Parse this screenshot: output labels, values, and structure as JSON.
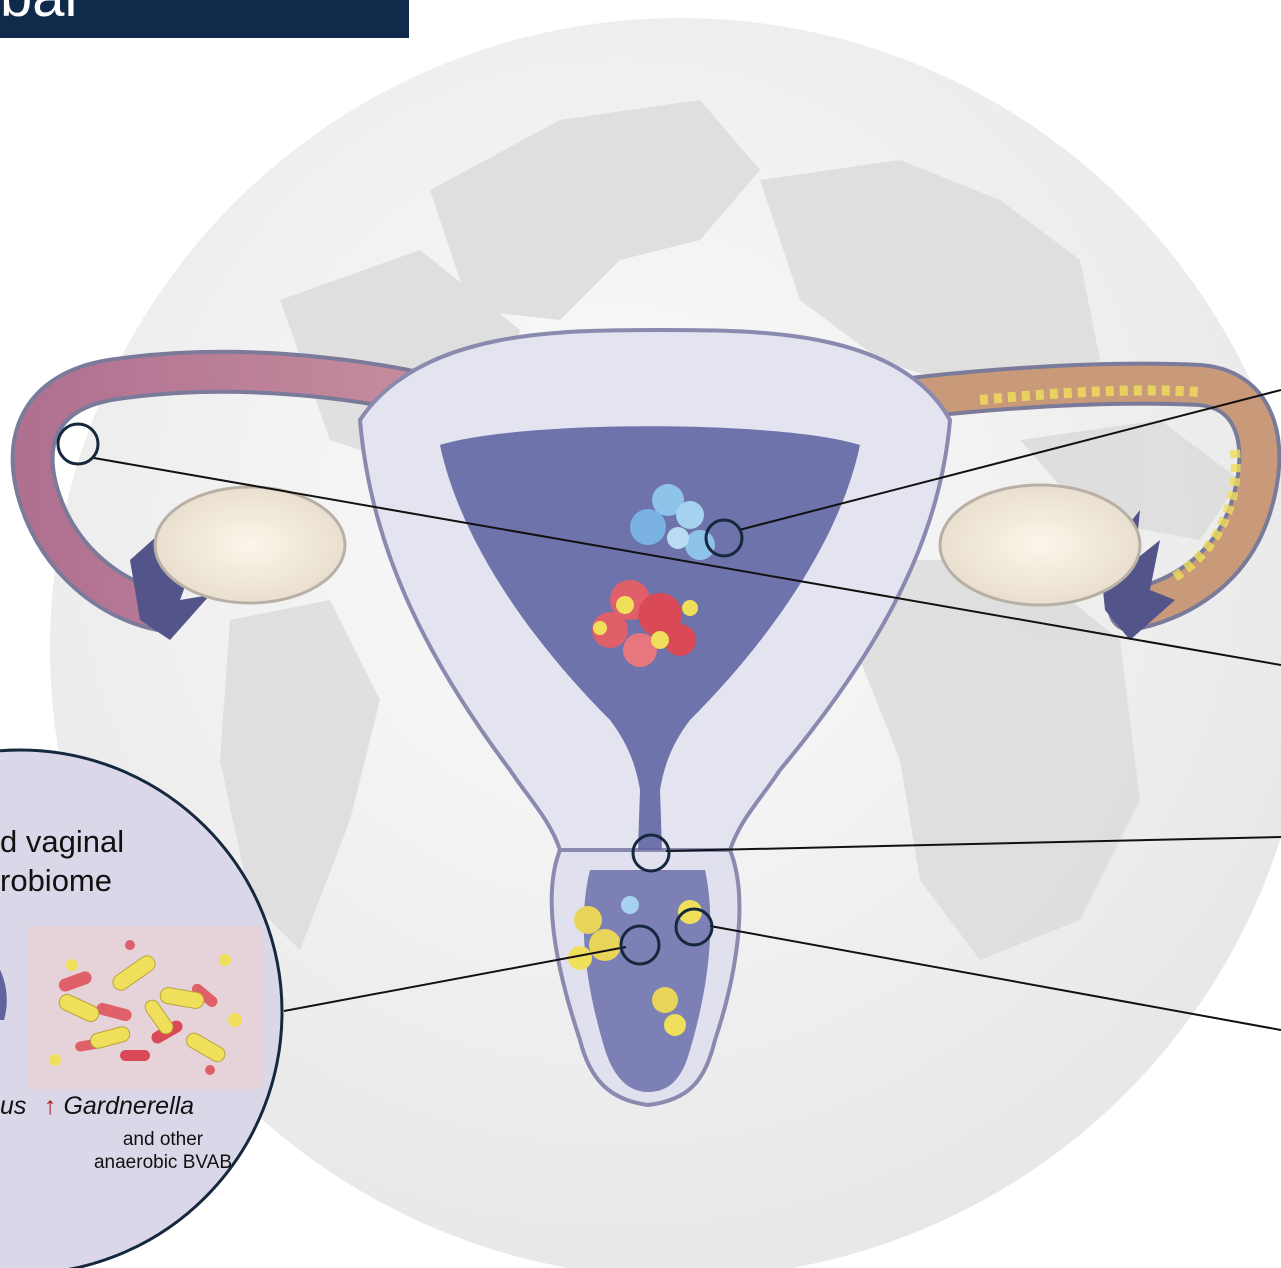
{
  "title": {
    "text": "bal"
  },
  "inset": {
    "heading_line1": "d vaginal",
    "heading_line2": "robiome",
    "left_caption": "us",
    "right_caption_arrow": "↑",
    "right_caption_genus": "Gardnerella",
    "right_caption_line2": "and other",
    "right_caption_line3": "anaerobic BVAB"
  },
  "colors": {
    "banner": "#0f2a4a",
    "inset_border": "#15283d",
    "increase_arrow": "#b01c1c",
    "bacteria_yellow": "#f0df5a",
    "bacteria_red": "#e0606a",
    "uterus_purple": "#5f63a0",
    "fallopian_tube": "#b06c88"
  },
  "icons": [
    "globe-background",
    "uterus-illustration",
    "bacteria-cluster",
    "callout-circle"
  ]
}
